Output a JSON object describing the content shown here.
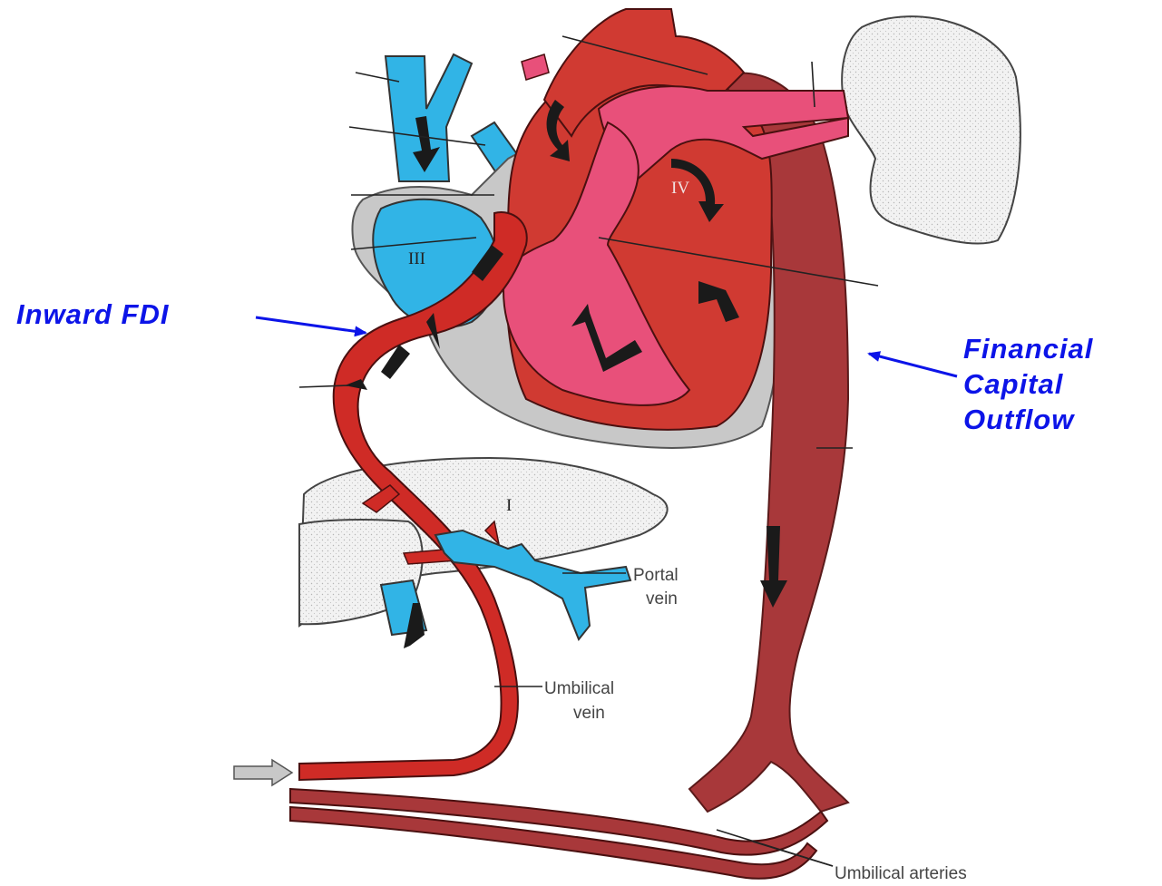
{
  "colors": {
    "artery_red": "#cf2b26",
    "dark_red": "#d03a32",
    "aorta_maroon": "#a8383a",
    "mixed_pink": "#e8507a",
    "vein_blue": "#31b4e6",
    "pericardium_gray": "#c8c8c8",
    "organ_fill": "#ececec",
    "callout_blue": "#0c14e8",
    "arrow_black": "#1a1a1a"
  },
  "callouts": {
    "inward": "Inward FDI",
    "outflow_1": "Financial",
    "outflow_2": "Capital",
    "outflow_3": "Outflow"
  },
  "labels": {
    "portal_1": "Portal",
    "portal_2": "vein",
    "umbilical_vein_1": "Umbilical",
    "umbilical_vein_2": "vein",
    "umbilical_arteries": "Umbilical arteries"
  },
  "chamber_numerals": {
    "liver": "I",
    "right_atrium": "III",
    "left_ventricle": "IV"
  }
}
